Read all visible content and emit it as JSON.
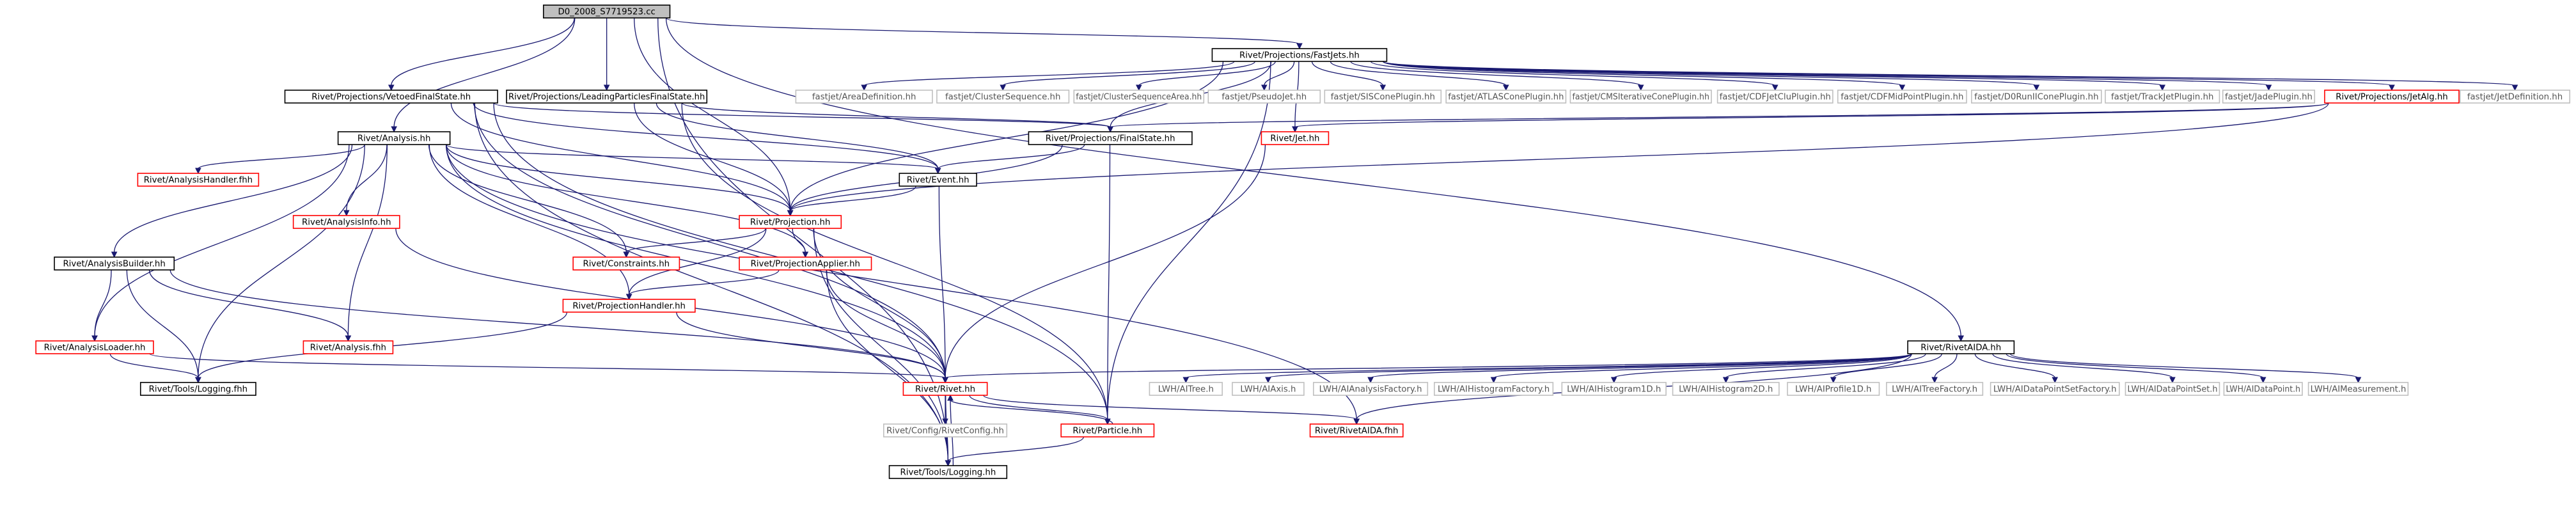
{
  "diagram": {
    "colors": {
      "edge": "#191970",
      "node_black_stroke": "#000000",
      "node_red_stroke": "#ff0000",
      "node_gray_stroke": "#bfbfbf",
      "node_fill": "#ffffff",
      "root_fill": "#bfbfbf",
      "text_main": "#000000",
      "text_gray": "#555555"
    },
    "nodes": [
      {
        "id": "root",
        "label": "D0_2008_S7719523.cc",
        "style": "root"
      },
      {
        "id": "fastjets",
        "label": "Rivet/Projections/FastJets.hh",
        "style": "black"
      },
      {
        "id": "vetoed",
        "label": "Rivet/Projections/VetoedFinalState.hh",
        "style": "black"
      },
      {
        "id": "leading",
        "label": "Rivet/Projections/LeadingParticlesFinalState.hh",
        "style": "black"
      },
      {
        "id": "areadef",
        "label": "fastjet/AreaDefinition.hh",
        "style": "gray"
      },
      {
        "id": "clseq",
        "label": "fastjet/ClusterSequence.hh",
        "style": "gray"
      },
      {
        "id": "clseqarea",
        "label": "fastjet/ClusterSequenceArea.hh",
        "style": "gray"
      },
      {
        "id": "pseudojet",
        "label": "fastjet/PseudoJet.hh",
        "style": "gray"
      },
      {
        "id": "siscone",
        "label": "fastjet/SISConePlugin.hh",
        "style": "gray"
      },
      {
        "id": "atlascone",
        "label": "fastjet/ATLASConePlugin.hh",
        "style": "gray"
      },
      {
        "id": "cmsiter",
        "label": "fastjet/CMSIterativeConePlugin.hh",
        "style": "gray"
      },
      {
        "id": "cdfclu",
        "label": "fastjet/CDFJetCluPlugin.hh",
        "style": "gray"
      },
      {
        "id": "cdfmid",
        "label": "fastjet/CDFMidPointPlugin.hh",
        "style": "gray"
      },
      {
        "id": "d0run2",
        "label": "fastjet/D0RunIIConePlugin.hh",
        "style": "gray"
      },
      {
        "id": "trackjet",
        "label": "fastjet/TrackJetPlugin.hh",
        "style": "gray"
      },
      {
        "id": "jade",
        "label": "fastjet/JadePlugin.hh",
        "style": "gray"
      },
      {
        "id": "jetalg",
        "label": "Rivet/Projections/JetAlg.hh",
        "style": "red"
      },
      {
        "id": "jetdef",
        "label": "fastjet/JetDefinition.hh",
        "style": "gray"
      },
      {
        "id": "analysis",
        "label": "Rivet/Analysis.hh",
        "style": "black"
      },
      {
        "id": "finalstate",
        "label": "Rivet/Projections/FinalState.hh",
        "style": "black"
      },
      {
        "id": "jet",
        "label": "Rivet/Jet.hh",
        "style": "red"
      },
      {
        "id": "event",
        "label": "Rivet/Event.hh",
        "style": "black"
      },
      {
        "id": "anahandler",
        "label": "Rivet/AnalysisHandler.fhh",
        "style": "red"
      },
      {
        "id": "projection",
        "label": "Rivet/Projection.hh",
        "style": "red"
      },
      {
        "id": "anainfo",
        "label": "Rivet/AnalysisInfo.hh",
        "style": "red"
      },
      {
        "id": "constraints",
        "label": "Rivet/Constraints.hh",
        "style": "red"
      },
      {
        "id": "projapplier",
        "label": "Rivet/ProjectionApplier.hh",
        "style": "red"
      },
      {
        "id": "anabuilder",
        "label": "Rivet/AnalysisBuilder.hh",
        "style": "black"
      },
      {
        "id": "projhandler",
        "label": "Rivet/ProjectionHandler.hh",
        "style": "red"
      },
      {
        "id": "analoader",
        "label": "Rivet/AnalysisLoader.hh",
        "style": "red"
      },
      {
        "id": "anafhh",
        "label": "Rivet/Analysis.fhh",
        "style": "red"
      },
      {
        "id": "rivetaida",
        "label": "Rivet/RivetAIDA.hh",
        "style": "black"
      },
      {
        "id": "rivet",
        "label": "Rivet/Rivet.hh",
        "style": "red"
      },
      {
        "id": "toolslogfhh",
        "label": "Rivet/Tools/Logging.fhh",
        "style": "black"
      },
      {
        "id": "lwhtree",
        "label": "LWH/AITree.h",
        "style": "gray"
      },
      {
        "id": "lwhaxis",
        "label": "LWH/AIAxis.h",
        "style": "gray"
      },
      {
        "id": "lwhanafac",
        "label": "LWH/AIAnalysisFactory.h",
        "style": "gray"
      },
      {
        "id": "lwhhistfac",
        "label": "LWH/AIHistogramFactory.h",
        "style": "gray"
      },
      {
        "id": "lwhh1d",
        "label": "LWH/AIHistogram1D.h",
        "style": "gray"
      },
      {
        "id": "lwhh2d",
        "label": "LWH/AIHistogram2D.h",
        "style": "gray"
      },
      {
        "id": "lwhprof",
        "label": "LWH/AIProfile1D.h",
        "style": "gray"
      },
      {
        "id": "lwhtreefac",
        "label": "LWH/AITreeFactory.h",
        "style": "gray"
      },
      {
        "id": "lwhdpsfac",
        "label": "LWH/AIDataPointSetFactory.h",
        "style": "gray"
      },
      {
        "id": "lwhdps",
        "label": "LWH/AIDataPointSet.h",
        "style": "gray"
      },
      {
        "id": "lwhdp",
        "label": "LWH/AIDataPoint.h",
        "style": "gray"
      },
      {
        "id": "lwhmeas",
        "label": "LWH/AIMeasurement.h",
        "style": "gray"
      },
      {
        "id": "rivetconfig",
        "label": "Rivet/Config/RivetConfig.hh",
        "style": "gray"
      },
      {
        "id": "particle",
        "label": "Rivet/Particle.hh",
        "style": "red"
      },
      {
        "id": "rivetaidafhh",
        "label": "Rivet/RivetAIDA.fhh",
        "style": "red"
      },
      {
        "id": "toolslog",
        "label": "Rivet/Tools/Logging.hh",
        "style": "black"
      }
    ],
    "edges": [
      [
        "root",
        "fastjets"
      ],
      [
        "root",
        "vetoed"
      ],
      [
        "root",
        "leading"
      ],
      [
        "root",
        "analysis"
      ],
      [
        "root",
        "projection"
      ],
      [
        "root",
        "rivetaida"
      ],
      [
        "root",
        "toolslog"
      ],
      [
        "fastjets",
        "areadef"
      ],
      [
        "fastjets",
        "clseq"
      ],
      [
        "fastjets",
        "clseqarea"
      ],
      [
        "fastjets",
        "pseudojet"
      ],
      [
        "fastjets",
        "siscone"
      ],
      [
        "fastjets",
        "atlascone"
      ],
      [
        "fastjets",
        "cmsiter"
      ],
      [
        "fastjets",
        "cdfclu"
      ],
      [
        "fastjets",
        "cdfmid"
      ],
      [
        "fastjets",
        "d0run2"
      ],
      [
        "fastjets",
        "trackjet"
      ],
      [
        "fastjets",
        "jade"
      ],
      [
        "fastjets",
        "jetalg"
      ],
      [
        "fastjets",
        "jetdef"
      ],
      [
        "fastjets",
        "finalstate"
      ],
      [
        "fastjets",
        "jet"
      ],
      [
        "fastjets",
        "particle"
      ],
      [
        "fastjets",
        "projection"
      ],
      [
        "vetoed",
        "finalstate"
      ],
      [
        "vetoed",
        "event"
      ],
      [
        "vetoed",
        "projection"
      ],
      [
        "vetoed",
        "rivet"
      ],
      [
        "vetoed",
        "particle"
      ],
      [
        "vetoed",
        "toolslog"
      ],
      [
        "leading",
        "finalstate"
      ],
      [
        "leading",
        "event"
      ],
      [
        "leading",
        "projection"
      ],
      [
        "leading",
        "particle"
      ],
      [
        "jetalg",
        "finalstate"
      ],
      [
        "jetalg",
        "jet"
      ],
      [
        "jetalg",
        "projection"
      ],
      [
        "analysis",
        "event"
      ],
      [
        "analysis",
        "anahandler"
      ],
      [
        "analysis",
        "projection"
      ],
      [
        "analysis",
        "anainfo"
      ],
      [
        "analysis",
        "constraints"
      ],
      [
        "analysis",
        "projapplier"
      ],
      [
        "analysis",
        "projhandler"
      ],
      [
        "analysis",
        "anabuilder"
      ],
      [
        "analysis",
        "analoader"
      ],
      [
        "analysis",
        "anafhh"
      ],
      [
        "analysis",
        "rivet"
      ],
      [
        "analysis",
        "toolslogfhh"
      ],
      [
        "analysis",
        "rivetaidafhh"
      ],
      [
        "finalstate",
        "projection"
      ],
      [
        "finalstate",
        "event"
      ],
      [
        "finalstate",
        "particle"
      ],
      [
        "jet",
        "rivet"
      ],
      [
        "event",
        "projection"
      ],
      [
        "event",
        "rivet"
      ],
      [
        "projection",
        "constraints"
      ],
      [
        "projection",
        "projapplier"
      ],
      [
        "projection",
        "projhandler"
      ],
      [
        "projection",
        "rivet"
      ],
      [
        "projection",
        "toolslog"
      ],
      [
        "anainfo",
        "rivet"
      ],
      [
        "projapplier",
        "projhandler"
      ],
      [
        "projapplier",
        "rivet"
      ],
      [
        "projapplier",
        "toolslog"
      ],
      [
        "anabuilder",
        "analoader"
      ],
      [
        "anabuilder",
        "anafhh"
      ],
      [
        "anabuilder",
        "toolslogfhh"
      ],
      [
        "anabuilder",
        "rivet"
      ],
      [
        "projhandler",
        "rivet"
      ],
      [
        "projhandler",
        "toolslogfhh"
      ],
      [
        "analoader",
        "toolslogfhh"
      ],
      [
        "analoader",
        "rivet"
      ],
      [
        "rivetaida",
        "rivet"
      ],
      [
        "rivetaida",
        "lwhtree"
      ],
      [
        "rivetaida",
        "lwhaxis"
      ],
      [
        "rivetaida",
        "lwhanafac"
      ],
      [
        "rivetaida",
        "lwhhistfac"
      ],
      [
        "rivetaida",
        "lwhh1d"
      ],
      [
        "rivetaida",
        "lwhh2d"
      ],
      [
        "rivetaida",
        "lwhprof"
      ],
      [
        "rivetaida",
        "lwhtreefac"
      ],
      [
        "rivetaida",
        "lwhdpsfac"
      ],
      [
        "rivetaida",
        "lwhdps"
      ],
      [
        "rivetaida",
        "lwhdp"
      ],
      [
        "rivetaida",
        "lwhmeas"
      ],
      [
        "rivetaida",
        "rivetaidafhh"
      ],
      [
        "rivet",
        "rivetconfig"
      ],
      [
        "rivet",
        "particle"
      ],
      [
        "rivet",
        "rivetaidafhh"
      ],
      [
        "rivet",
        "toolslog"
      ],
      [
        "particle",
        "rivet"
      ],
      [
        "particle",
        "toolslog"
      ],
      [
        "toolslog",
        "rivet"
      ]
    ]
  }
}
